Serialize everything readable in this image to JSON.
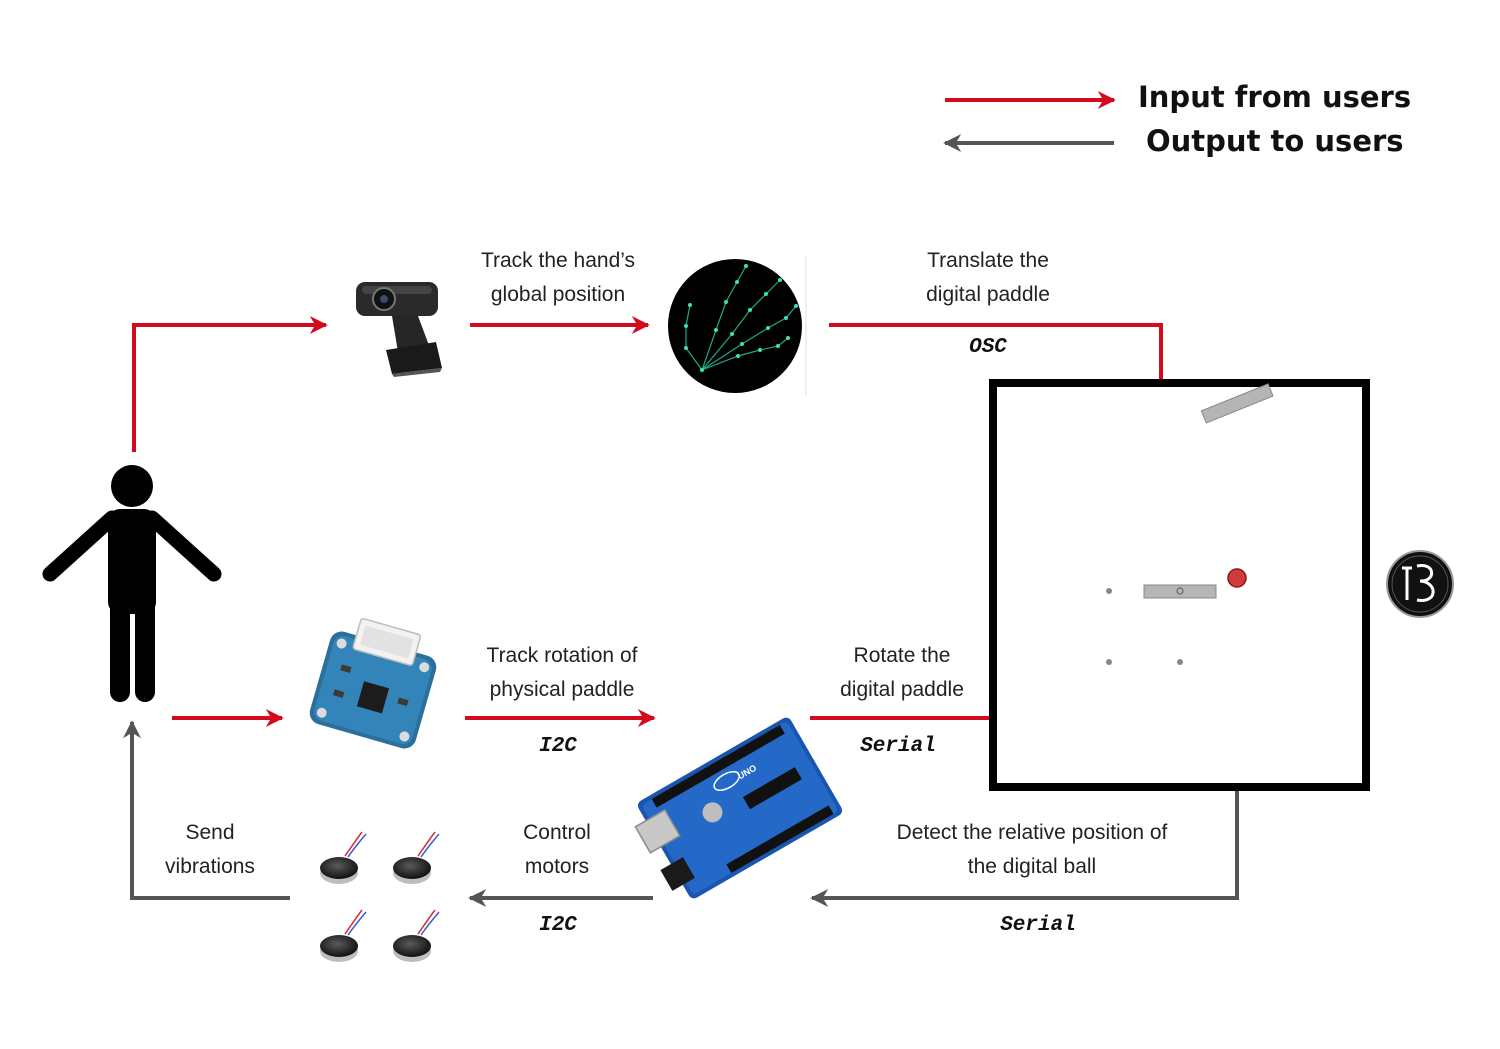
{
  "legend": {
    "input_label": "Input from users",
    "output_label": "Output to users"
  },
  "colors": {
    "input_arrow": "#d40a1f",
    "output_arrow": "#555555",
    "board_border": "#000000",
    "paddle": "#b5b5b5",
    "ball": "#d23b3b"
  },
  "labels": {
    "track_hand": [
      "Track the hand’s",
      "global position"
    ],
    "translate_paddle": [
      "Translate the",
      "digital paddle"
    ],
    "track_rotation": [
      "Track rotation of",
      "physical paddle"
    ],
    "rotate_paddle": [
      "Rotate the",
      "digital paddle"
    ],
    "send_vibrations": [
      "Send",
      "vibrations"
    ],
    "control_motors": [
      "Control",
      "motors"
    ],
    "detect_ball": [
      "Detect the relative position of",
      "the digital ball"
    ]
  },
  "protocols": {
    "osc": "OSC",
    "i2c_top": "I2C",
    "serial_top": "Serial",
    "i2c_bottom": "I2C",
    "serial_bottom": "Serial"
  },
  "components": {
    "person": "person-icon",
    "webcam": "webcam-icon",
    "hand_tracking": "hand-skeleton-icon",
    "gyro_sensor": "gyroscope-sensor-icon",
    "microcontroller": "arduino-board-icon",
    "vibration_motors": "vibration-motor-icon",
    "logo": "logo-seal-icon"
  },
  "arduino_badge": "UNO"
}
